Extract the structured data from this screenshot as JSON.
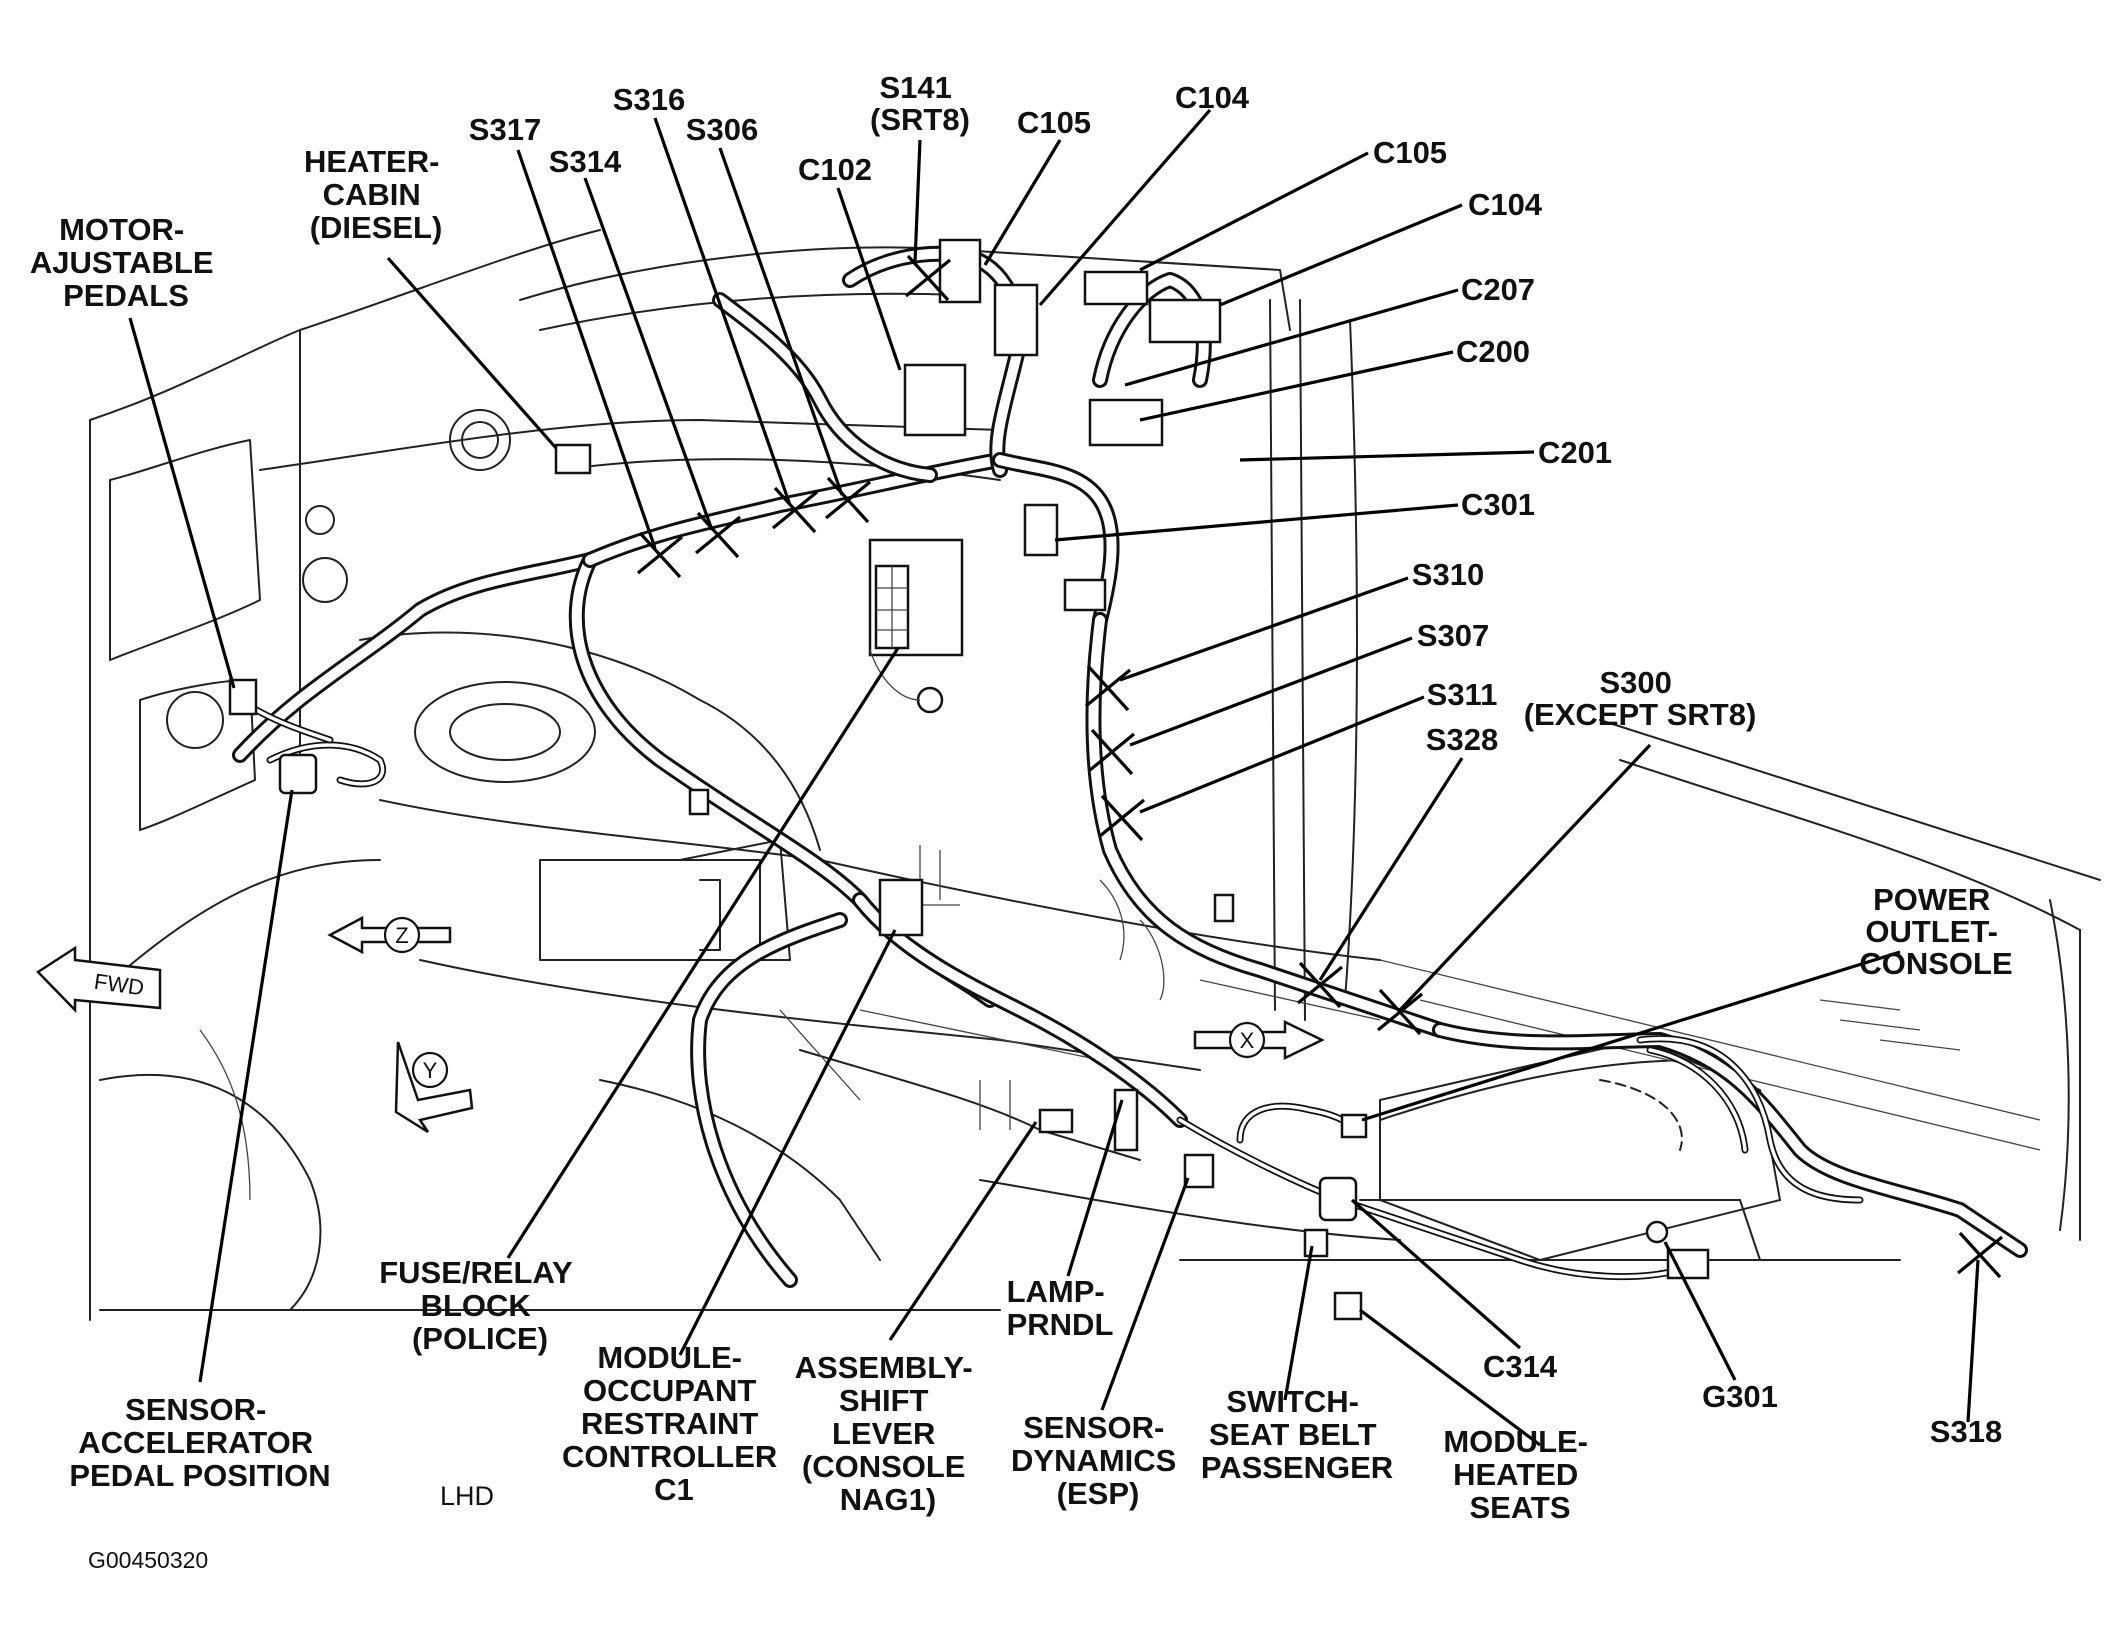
{
  "drawing_id": "G00450320",
  "variant_label": "LHD",
  "direction_markers": {
    "forward": "FWD",
    "x_axis": "X",
    "y_axis": "Y",
    "z_axis": "Z"
  },
  "callouts": {
    "motor_pedals": [
      "MOTOR-",
      "AJUSTABLE",
      "PEDALS"
    ],
    "heater_cabin": [
      "HEATER-",
      "CABIN",
      "(DIESEL)"
    ],
    "s317": [
      "S317"
    ],
    "s314": [
      "S314"
    ],
    "s316": [
      "S316"
    ],
    "s306": [
      "S306"
    ],
    "c102": [
      "C102"
    ],
    "s141": [
      "S141",
      "(SRT8)"
    ],
    "c105_a": [
      "C105"
    ],
    "c104_a": [
      "C104"
    ],
    "c105_b": [
      "C105"
    ],
    "c104_b": [
      "C104"
    ],
    "c207": [
      "C207"
    ],
    "c200": [
      "C200"
    ],
    "c201": [
      "C201"
    ],
    "c301": [
      "C301"
    ],
    "s310": [
      "S310"
    ],
    "s307": [
      "S307"
    ],
    "s311": [
      "S311"
    ],
    "s328": [
      "S328"
    ],
    "s300": [
      "S300",
      "(EXCEPT SRT8)"
    ],
    "power_outlet": [
      "POWER",
      "OUTLET-",
      "CONSOLE"
    ],
    "fuse_relay": [
      "FUSE/RELAY",
      "BLOCK",
      "(POLICE)"
    ],
    "occupant_restraint": [
      "MODULE-",
      "OCCUPANT",
      "RESTRAINT",
      "CONTROLLER",
      "C1"
    ],
    "shift_lever": [
      "ASSEMBLY-",
      "SHIFT",
      "LEVER",
      "(CONSOLE",
      "NAG1)"
    ],
    "lamp_prndl": [
      "LAMP-",
      "PRNDL"
    ],
    "sensor_dynamics": [
      "SENSOR-",
      "DYNAMICS",
      "(ESP)"
    ],
    "seat_belt_switch": [
      "SWITCH-",
      "SEAT BELT",
      "PASSENGER"
    ],
    "heated_seats": [
      "MODULE-",
      "HEATED",
      "SEATS"
    ],
    "c314": [
      "C314"
    ],
    "g301": [
      "G301"
    ],
    "s318": [
      "S318"
    ],
    "accel_sensor": [
      "SENSOR-",
      "ACCELERATOR",
      "PEDAL POSITION"
    ]
  }
}
